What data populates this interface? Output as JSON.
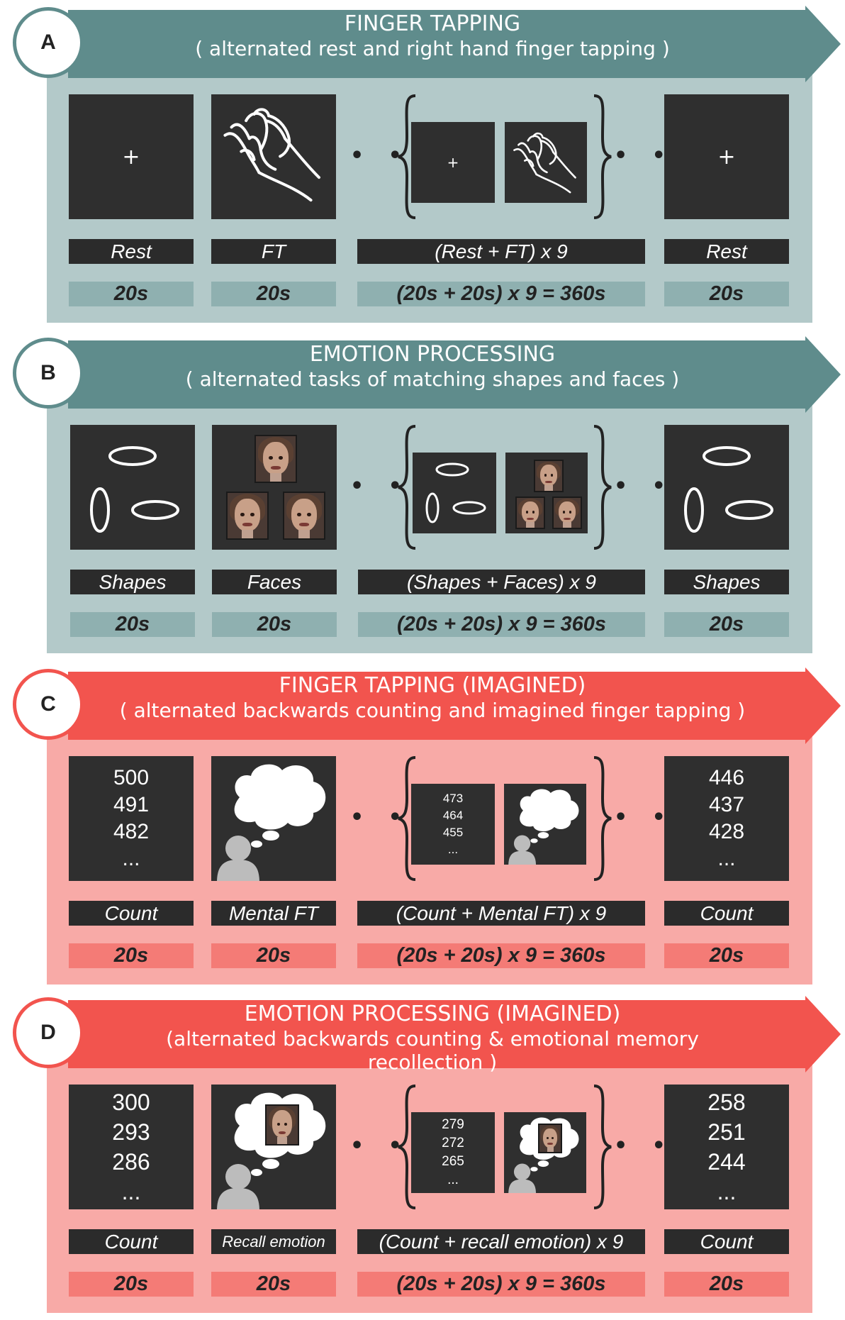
{
  "panels": [
    {
      "letter": "A",
      "title": "FINGER TAPPING",
      "subtitle": "( alternated rest and right hand finger tapping )",
      "labels": [
        "Rest",
        "FT",
        "(Rest + FT) x 9",
        "Rest"
      ],
      "durations": [
        "20s",
        "20s",
        "(20s + 20s) x 9 = 360s",
        "20s"
      ],
      "colors": {
        "arrow": "#5f8c8c",
        "bg": "#b3c9c9",
        "ring": "#5f8c8c",
        "dur": "#8fb0b0"
      }
    },
    {
      "letter": "B",
      "title": "EMOTION PROCESSING",
      "subtitle": "( alternated tasks of matching shapes and faces )",
      "labels": [
        "Shapes",
        "Faces",
        "(Shapes + Faces) x 9",
        "Shapes"
      ],
      "durations": [
        "20s",
        "20s",
        "(20s + 20s) x 9 = 360s",
        "20s"
      ],
      "colors": {
        "arrow": "#5f8c8c",
        "bg": "#b3c9c9",
        "ring": "#5f8c8c",
        "dur": "#8fb0b0"
      }
    },
    {
      "letter": "C",
      "title": "FINGER TAPPING (IMAGINED)",
      "subtitle": "( alternated backwards counting and imagined finger tapping )",
      "labels": [
        "Count",
        "Mental FT",
        "(Count + Mental FT) x 9",
        "Count"
      ],
      "durations": [
        "20s",
        "20s",
        "(20s + 20s) x 9 = 360s",
        "20s"
      ],
      "counts_first": [
        "500",
        "491",
        "482",
        "..."
      ],
      "counts_small": [
        "473",
        "464",
        "455",
        "..."
      ],
      "counts_last": [
        "446",
        "437",
        "428",
        "..."
      ],
      "colors": {
        "arrow": "#f2544e",
        "bg": "#f8aaa7",
        "ring": "#f2544e",
        "dur": "#f47b76"
      }
    },
    {
      "letter": "D",
      "title": "EMOTION PROCESSING (IMAGINED)",
      "subtitle": "(alternated backwards counting & emotional memory recollection )",
      "labels": [
        "Count",
        "Recall emotion",
        "(Count + recall emotion) x 9",
        "Count"
      ],
      "durations": [
        "20s",
        "20s",
        "(20s + 20s) x 9 = 360s",
        "20s"
      ],
      "counts_first": [
        "300",
        "293",
        "286",
        "..."
      ],
      "counts_small": [
        "279",
        "272",
        "265",
        "..."
      ],
      "counts_last": [
        "258",
        "251",
        "244",
        "..."
      ],
      "colors": {
        "arrow": "#f2544e",
        "bg": "#f8aaa7",
        "ring": "#f2544e",
        "dur": "#f47b76"
      }
    }
  ],
  "glyphs": {
    "plus": "+",
    "dots": "• •"
  }
}
